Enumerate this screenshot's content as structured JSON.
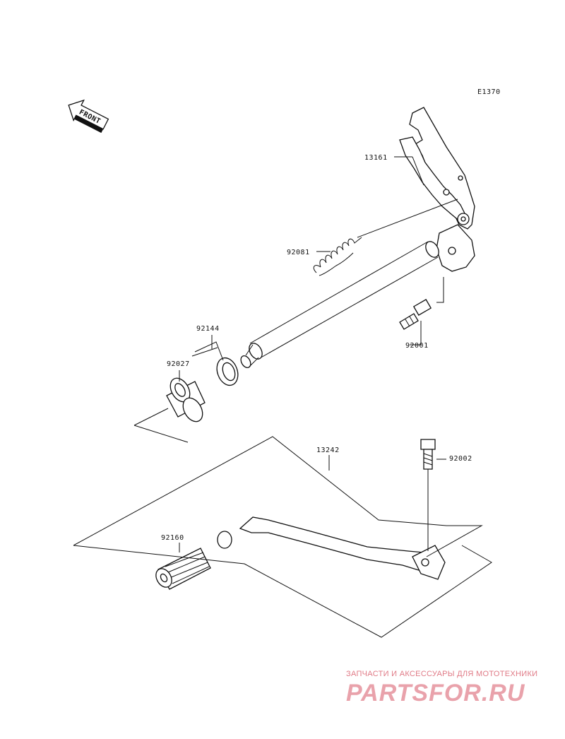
{
  "diagram_code": "E1370",
  "front_label": "FRONT",
  "parts": {
    "p13161": "13161",
    "p92081": "92081",
    "p92001": "92001",
    "p92144": "92144",
    "p92027": "92027",
    "p13242": "13242",
    "p92002": "92002",
    "p92160": "92160"
  },
  "watermark": {
    "tagline": "ЗАПЧАСТИ И АКСЕССУАРЫ ДЛЯ МОТОТЕХНИКИ",
    "logo": "PARTSFOR.RU"
  },
  "colors": {
    "line": "#111111",
    "watermark": "#e07a86",
    "background": "#ffffff"
  }
}
